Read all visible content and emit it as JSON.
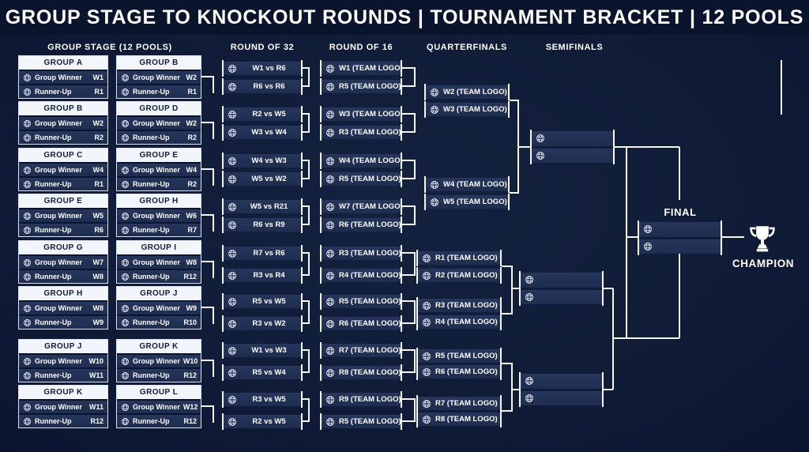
{
  "title": "GROUP STAGE TO KNOCKOUT ROUNDS | TOURNAMENT BRACKET | 12 POOLS",
  "column_headers": {
    "group_stage": "GROUP STAGE (12 POOLS)",
    "round_of_32": "ROUND OF 32",
    "round_of_16": "ROUND OF 16",
    "quarterfinals": "QUARTERFINALS",
    "semifinals": "SEMIFINALS"
  },
  "row_labels": {
    "winner": "Group Winner",
    "runner_up": "Runner-Up"
  },
  "group_stage": {
    "left_column": [
      {
        "name": "GROUP A",
        "winner": "W1",
        "runner": "R1"
      },
      {
        "name": "GROUP B",
        "winner": "W2",
        "runner": "R2"
      },
      {
        "name": "GROUP C",
        "winner": "W4",
        "runner": "R1"
      },
      {
        "name": "GROUP E",
        "winner": "W5",
        "runner": "R6"
      },
      {
        "name": "GROUP G",
        "winner": "W7",
        "runner": "W8"
      },
      {
        "name": "GROUP H",
        "winner": "W8",
        "runner": "W9"
      },
      {
        "name": "GROUP J",
        "winner": "W10",
        "runner": "W11"
      },
      {
        "name": "GROUP K",
        "winner": "W11",
        "runner": "R12"
      }
    ],
    "right_column": [
      {
        "name": "GROUP B",
        "winner": "W2",
        "runner": "R1"
      },
      {
        "name": "GROUP D",
        "winner": "W2",
        "runner": "R2"
      },
      {
        "name": "GROUP E",
        "winner": "W4",
        "runner": "R2"
      },
      {
        "name": "GROUP H",
        "winner": "W6",
        "runner": "R7"
      },
      {
        "name": "GROUP I",
        "winner": "W8",
        "runner": "R12"
      },
      {
        "name": "GROUP J",
        "winner": "W9",
        "runner": "R10"
      },
      {
        "name": "GROUP K",
        "winner": "W10",
        "runner": "R12"
      },
      {
        "name": "GROUP L",
        "winner": "W12",
        "runner": "R12"
      }
    ]
  },
  "round_of_32_matches": [
    "W1 vs R6",
    "R6 vs R6",
    "R2 vs W5",
    "W3 vs W4",
    "W4 vs W3",
    "W5 vs W2",
    "W5 vs R21",
    "R6 vs R9",
    "R7 vs R6",
    "R3 vs R4",
    "R5 vs W5",
    "R3 vs W2",
    "W1 vs W3",
    "R5 vs W4",
    "R3 vs W5",
    "R2 vs W5"
  ],
  "round_of_16_slots": [
    "W1 (TEAM LOGO)",
    "R5 (TEAM LOGO)",
    "W3 (TEAM LOGO)",
    "R3 (TEAM LOGO)",
    "W4 (TEAM LOGO)",
    "R5 (TEAM LOGO)",
    "W7 (TEAM LOGO)",
    "R6 (TEAM LOGO)",
    "R3 (TEAM LOGO)",
    "R4 (TEAM LOGO)",
    "R5 (TEAM LOGO)",
    "R6 (TEAM LOGO)",
    "R7 (TEAM LOGO)",
    "R8 (TEAM LOGO)",
    "R9 (TEAM LOGO)",
    "R5 (TEAM LOGO)"
  ],
  "quarterfinal_slots": [
    "W2 (TEAM LOGO)",
    "W3 (TEAM LOGO)",
    "W4 (TEAM LOGO)",
    "W5 (TEAM LOGO)",
    "R1 (TEAM LOGO)",
    "R2 (TEAM LOGO)",
    "R3 (TEAM LOGO)",
    "R4 (TEAM LOGO)",
    "R5 (TEAM LOGO)",
    "R6 (TEAM LOGO)",
    "R7 (TEAM LOGO)",
    "R8 (TEAM LOGO)"
  ],
  "final": {
    "label": "FINAL"
  },
  "champion": {
    "label": "CHAMPION"
  },
  "icons": {
    "globe": "globe-icon",
    "trophy": "trophy-icon"
  },
  "colors": {
    "background": "#101c38",
    "title_bar": "#0a142c",
    "slot_fill": "#1e2e50",
    "group_header_bg": "#f2f5fa",
    "group_header_text": "#111d3b",
    "connector": "#f5f7fb",
    "text": "#ffffff"
  }
}
